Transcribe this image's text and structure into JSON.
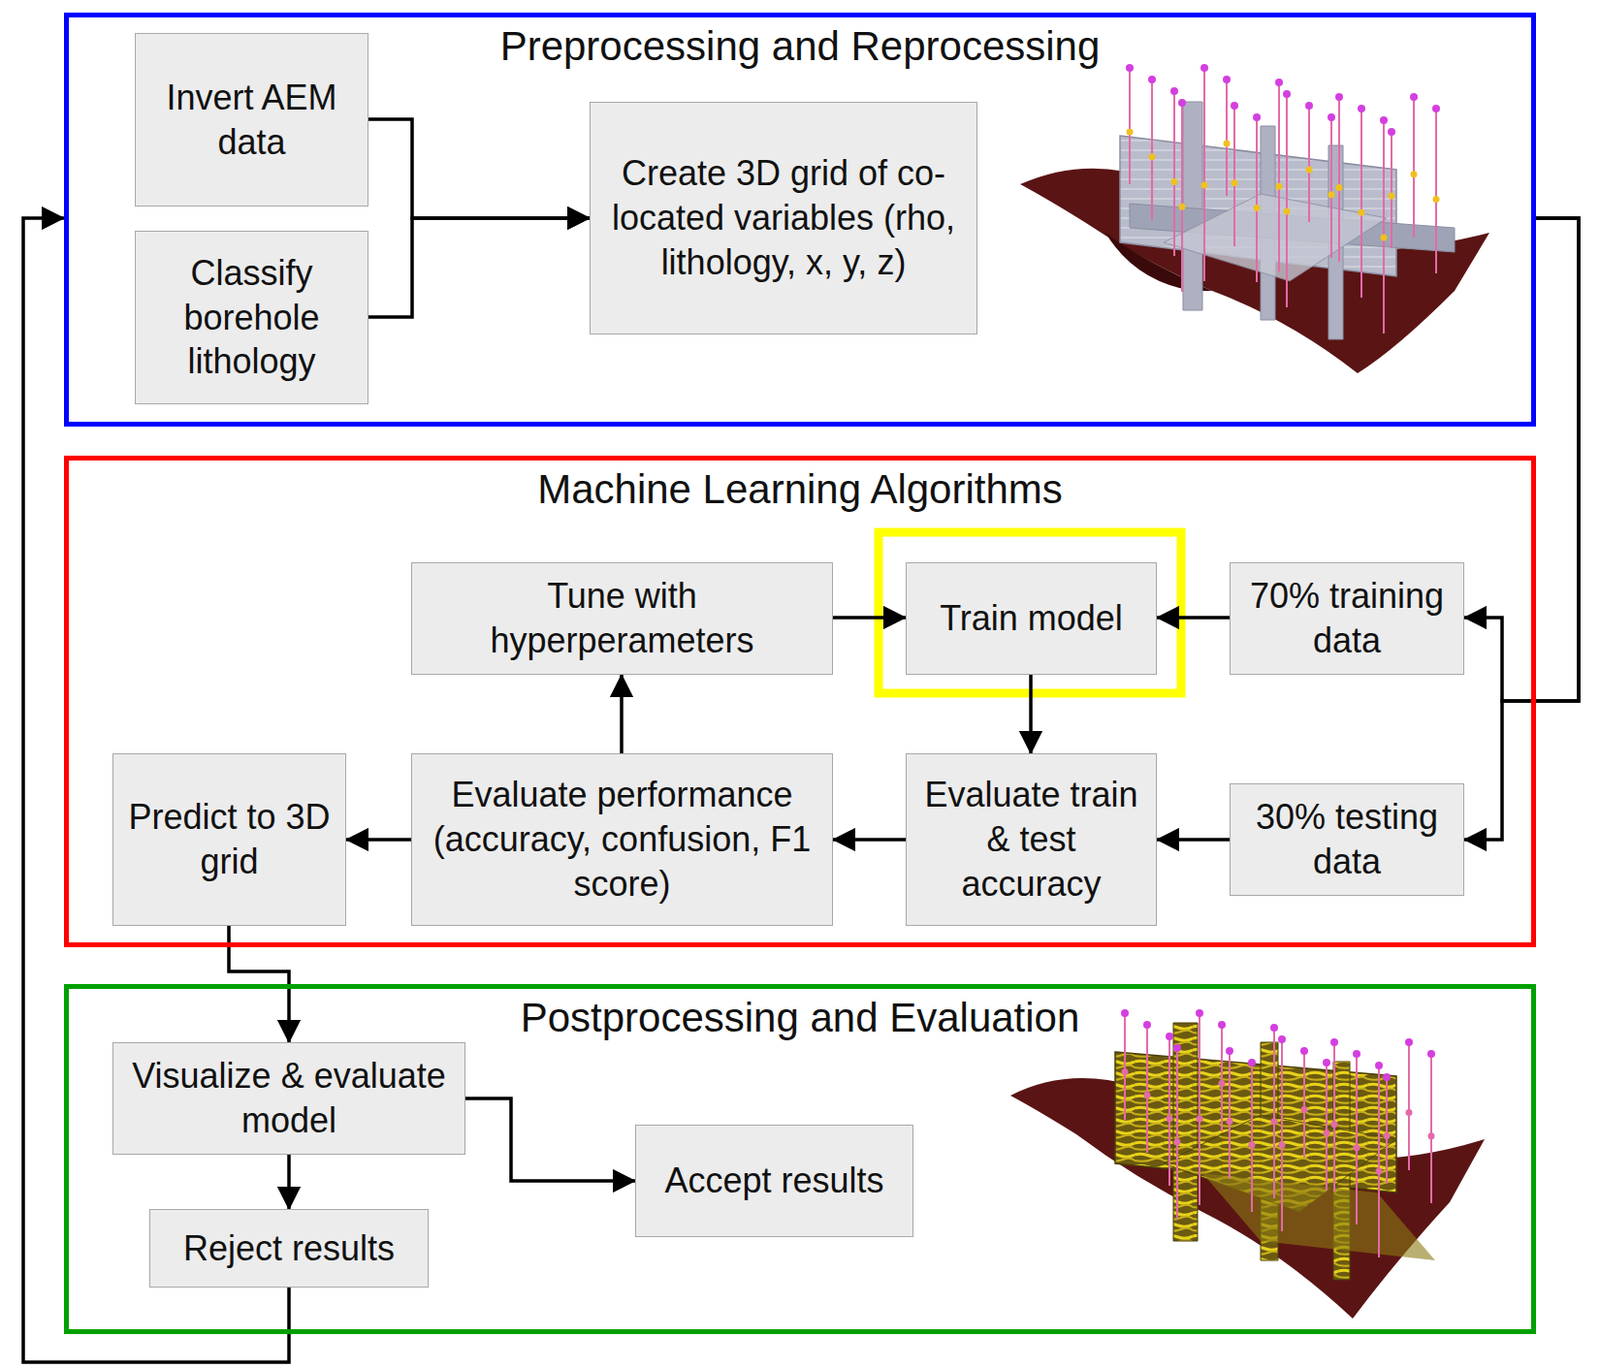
{
  "diagram": {
    "nodes": [
      {
        "text": [
          "Preprocessing and Reprocessing"
        ]
      },
      {
        "text": [
          "Invert AEM data"
        ],
        "in": 0
      },
      {
        "text": [
          "Classify borehole lithology"
        ],
        "in": 0
      },
      {
        "text": [
          "Create 3D grid of co-located variables (rho, lithology, x, y, z)"
        ],
        "in": 0
      },
      {
        "text": [
          "Machine Learning Algorithms"
        ]
      },
      {
        "text": [
          "Tune with hyperperameters"
        ],
        "in": 4
      },
      {
        "text": [
          "Train model"
        ],
        "in": 4
      },
      {
        "text": [
          "70% training data"
        ],
        "in": 4
      },
      {
        "text": [
          "Predict to 3D grid"
        ],
        "in": 4
      },
      {
        "text": [
          "Evaluate performance (accuracy, confusion, F1 score)"
        ],
        "in": 4
      },
      {
        "text": [
          "Evaluate train & test accuracy"
        ],
        "in": 4
      },
      {
        "text": [
          "30% testing data"
        ],
        "in": 4
      },
      {
        "text": [
          "Postprocessing and Evaluation"
        ]
      },
      {
        "text": [
          "Visualize & evaluate model"
        ],
        "in": 12
      },
      {
        "text": [
          "Accept results"
        ],
        "in": 12
      },
      {
        "text": [
          "Reject results"
        ],
        "in": 12
      }
    ],
    "edges": [
      {
        "from": 1,
        "to": 3,
        "arrow": "to"
      },
      {
        "from": 2,
        "to": 3,
        "arrow": "to"
      },
      {
        "from": 0,
        "to": 7,
        "arrow": "to"
      },
      {
        "from": 0,
        "to": 11,
        "arrow": "to"
      },
      {
        "from": 7,
        "to": 6,
        "arrow": "to"
      },
      {
        "from": 5,
        "to": 6,
        "arrow": "to"
      },
      {
        "from": 6,
        "to": 10,
        "arrow": "to"
      },
      {
        "from": 11,
        "to": 10,
        "arrow": "to"
      },
      {
        "from": 10,
        "to": 9,
        "arrow": "to"
      },
      {
        "from": 9,
        "to": 5,
        "arrow": "to"
      },
      {
        "from": 9,
        "to": 8,
        "arrow": "to"
      },
      {
        "from": 8,
        "to": 13,
        "arrow": "to"
      },
      {
        "from": 13,
        "to": 14,
        "arrow": "to"
      },
      {
        "from": 13,
        "to": 15,
        "arrow": "to"
      },
      {
        "from": 15,
        "to": 0,
        "arrow": "to"
      }
    ]
  }
}
